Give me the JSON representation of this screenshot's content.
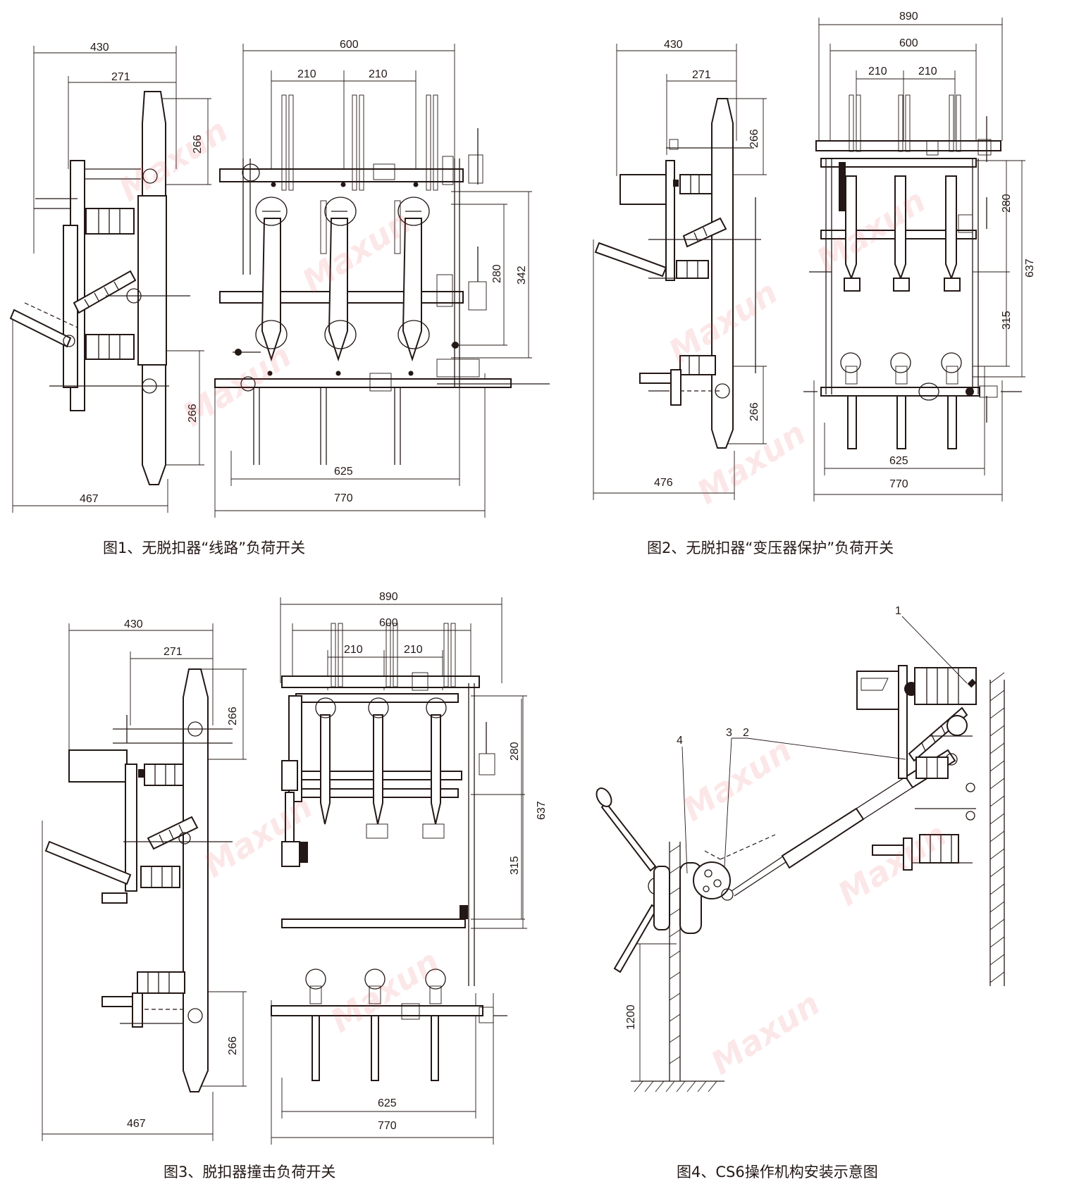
{
  "figures": [
    {
      "id": "fig1",
      "caption": "图1、无脱扣器“线路”负荷开关",
      "dims": {
        "side_top_430": "430",
        "side_top_271": "271",
        "side_266_top": "266",
        "side_266_bottom": "266",
        "side_bottom_467": "467",
        "front_600": "600",
        "front_210_a": "210",
        "front_210_b": "210",
        "front_280": "280",
        "front_342": "342",
        "front_625": "625",
        "front_770": "770"
      }
    },
    {
      "id": "fig2",
      "caption": "图2、无脱扣器“变压器保护”负荷开关",
      "dims": {
        "side_top_430": "430",
        "side_top_271": "271",
        "side_266_top": "266",
        "side_266_bottom": "266",
        "side_bottom_476": "476",
        "front_890": "890",
        "front_600": "600",
        "front_210_a": "210",
        "front_210_b": "210",
        "front_280": "280",
        "front_315": "315",
        "front_637": "637",
        "front_625": "625",
        "front_770": "770"
      }
    },
    {
      "id": "fig3",
      "caption": "图3、脱扣器撞击负荷开关",
      "dims": {
        "side_top_430": "430",
        "side_top_271": "271",
        "side_266_top": "266",
        "side_266_bottom": "266",
        "side_bottom_467": "467",
        "front_890": "890",
        "front_600": "600",
        "front_210_a": "210",
        "front_210_b": "210",
        "front_280": "280",
        "front_315": "315",
        "front_637": "637",
        "front_625": "625",
        "front_770": "770"
      }
    },
    {
      "id": "fig4",
      "caption": "图4、CS6操作机构安装示意图",
      "dims": {
        "height_1200": "1200"
      },
      "callouts": [
        "1",
        "2",
        "3",
        "4"
      ]
    }
  ],
  "watermark": "Maxun",
  "colors": {
    "line": "#231815",
    "watermark": "#e84650"
  }
}
